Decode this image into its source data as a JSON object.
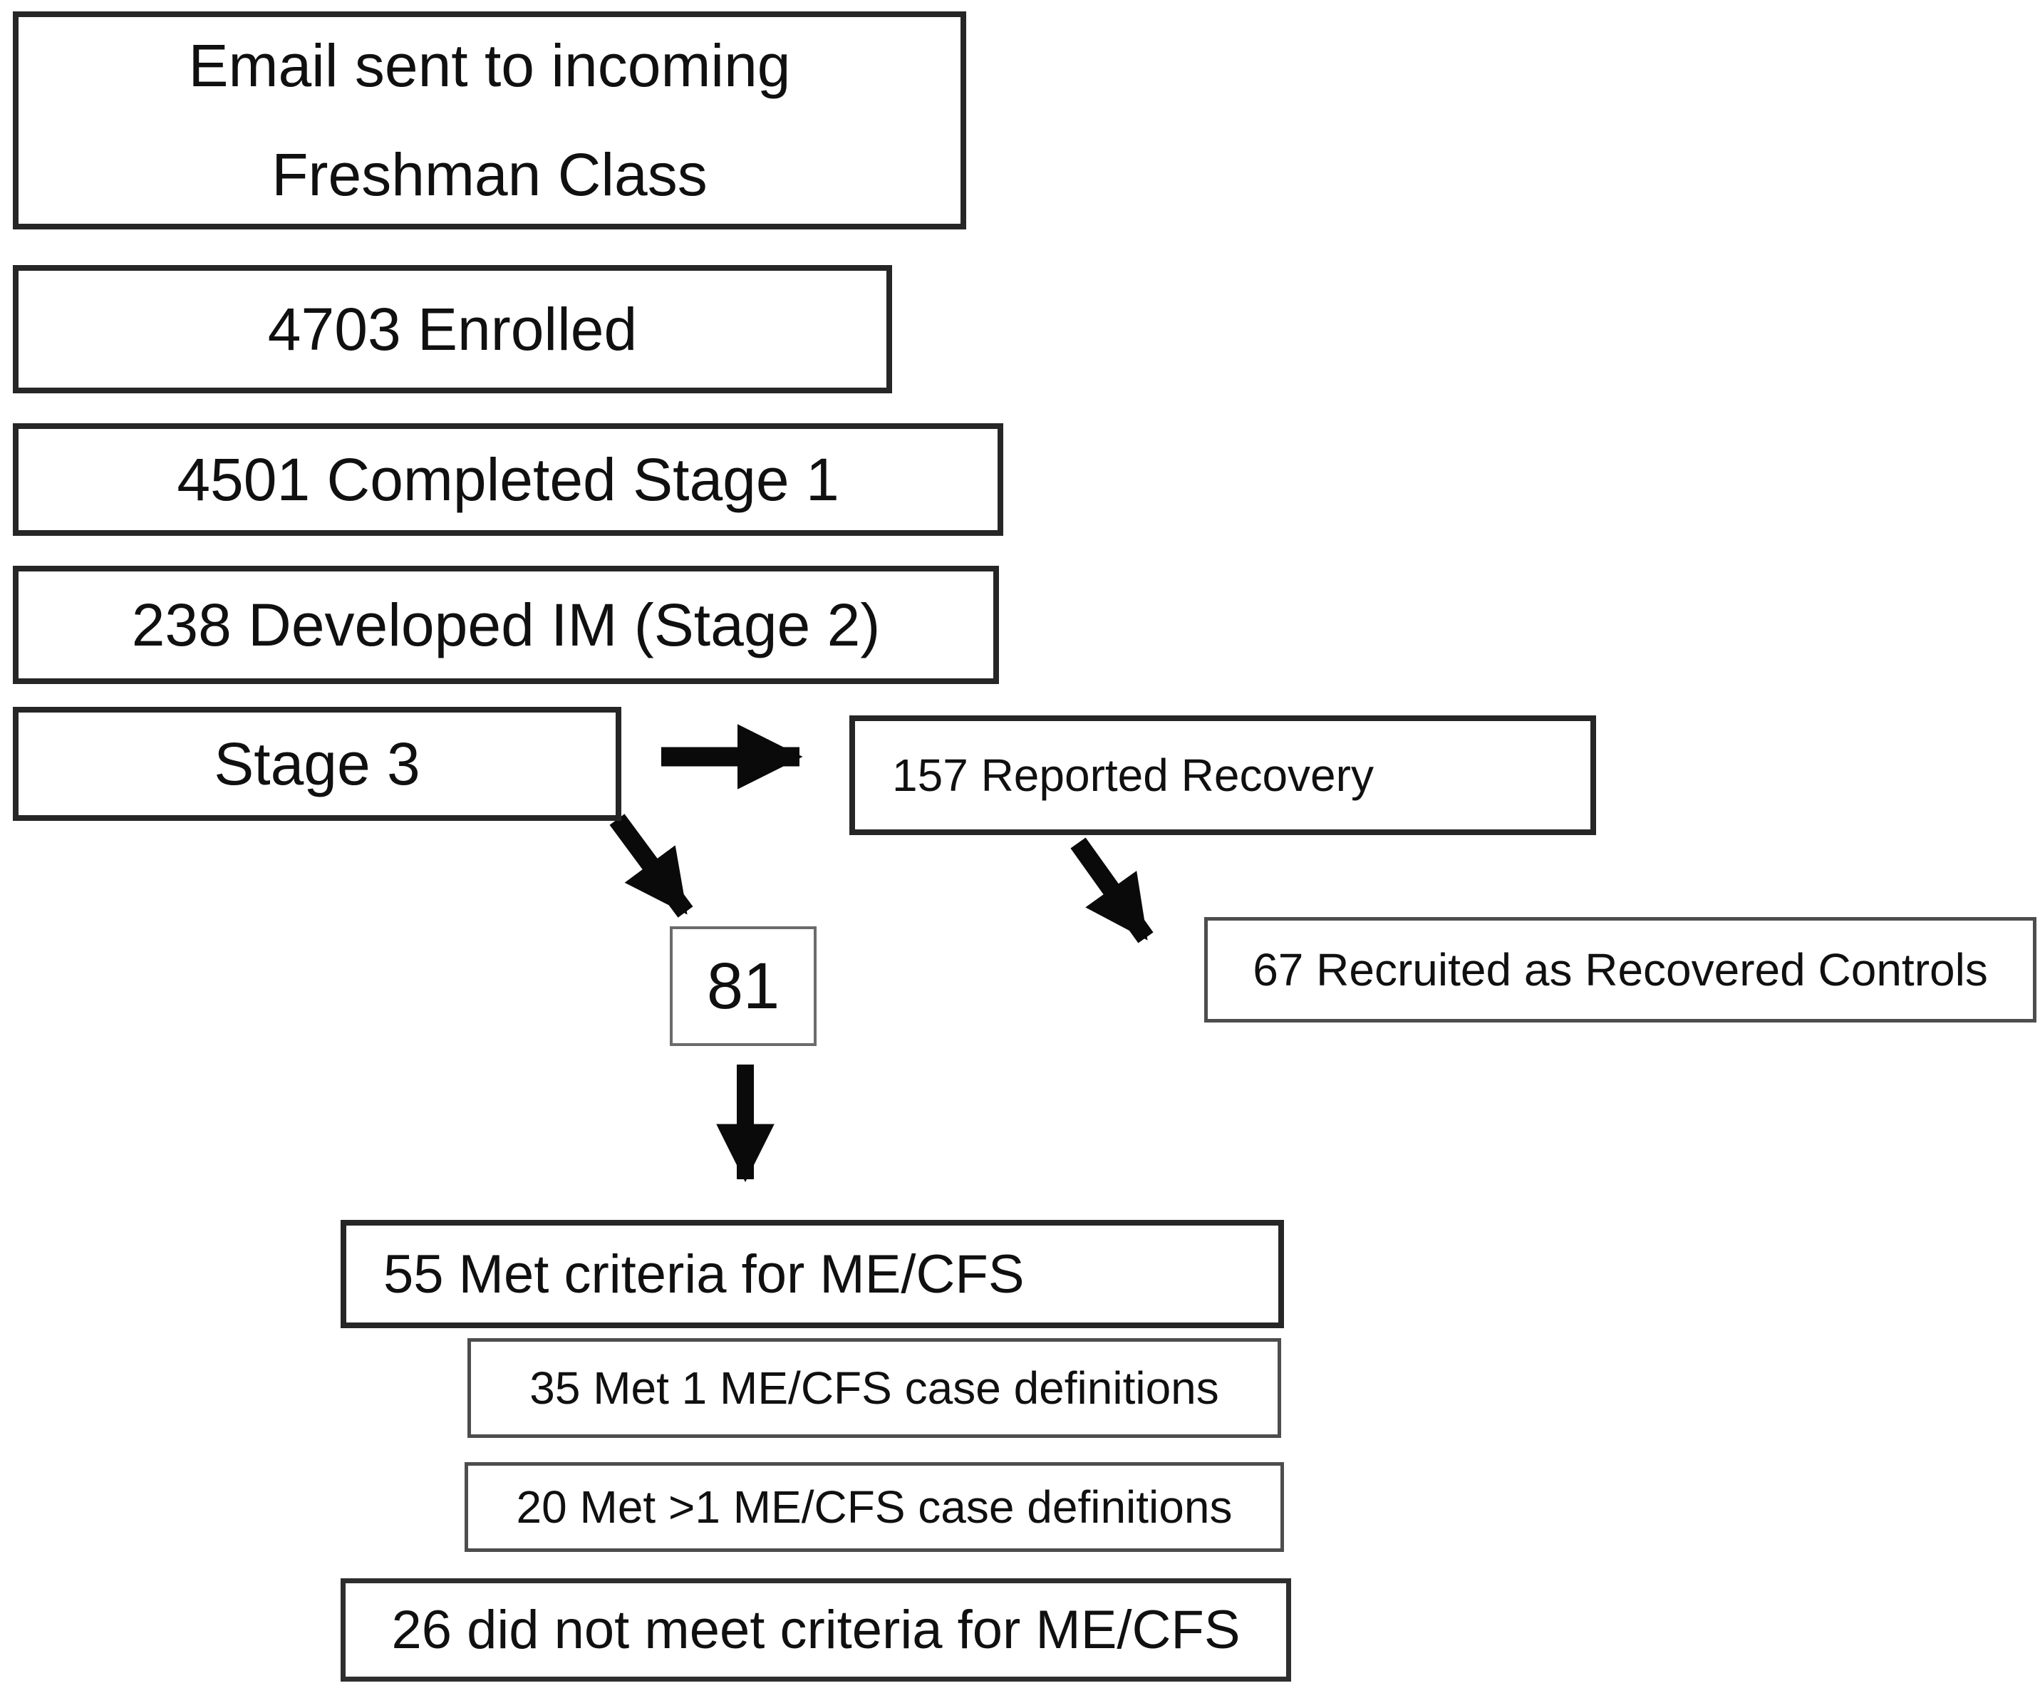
{
  "figure": {
    "kind": "recruitment-flowchart",
    "background": "#ffffff",
    "text_color": "#101010",
    "arrow_color": "#0a0a0a",
    "border_color_heavy": "#262626",
    "border_color_light": "#4d4d4d"
  },
  "nodes": {
    "email": {
      "lines": [
        "Email sent to incoming",
        "Freshman Class"
      ]
    },
    "enrolled": {
      "text": "4703 Enrolled"
    },
    "completed_stage1": {
      "text": "4501 Completed Stage 1"
    },
    "developed_im": {
      "text": "238 Developed IM (Stage 2)"
    },
    "stage3": {
      "text": "Stage 3"
    },
    "reported_recovery": {
      "text": "157 Reported Recovery"
    },
    "recovered_controls": {
      "text": "67 Recruited as Recovered Controls"
    },
    "n81": {
      "text": "81"
    },
    "met_criteria": {
      "text": "55 Met criteria for ME/CFS"
    },
    "met_one": {
      "text": "35 Met 1 ME/CFS case definitions"
    },
    "met_multiple": {
      "text": "20 Met >1 ME/CFS case definitions"
    },
    "not_met": {
      "text": "26 did not meet criteria for ME/CFS"
    }
  },
  "edges": [
    {
      "from": "stage3",
      "to": "reported_recovery",
      "direction": "right"
    },
    {
      "from": "reported_recovery",
      "to": "recovered_controls",
      "direction": "down-right"
    },
    {
      "from": "stage3",
      "to": "n81",
      "direction": "down-right"
    },
    {
      "from": "n81",
      "to": "met_criteria",
      "direction": "down"
    }
  ]
}
